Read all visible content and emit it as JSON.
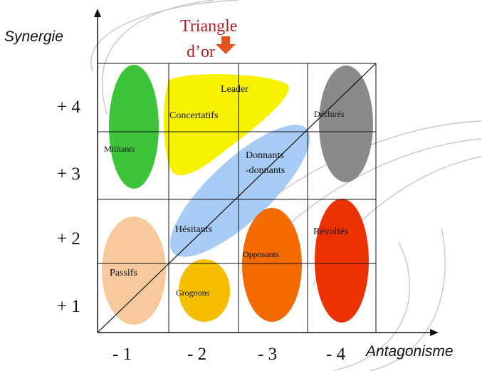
{
  "axes": {
    "y_title": "Synergie",
    "x_title": "Antagonisme",
    "y_ticks": [
      "+ 4",
      "+ 3",
      "+ 2",
      "+ 1"
    ],
    "x_ticks": [
      "- 1",
      "- 2",
      "- 3",
      "- 4"
    ]
  },
  "callout": {
    "line1": "Triangle",
    "line2": "d’or",
    "color": "#b22222",
    "arrow_color": "#e4541e"
  },
  "groups": {
    "militants": {
      "label": "Militants",
      "color": "#3ec43a"
    },
    "concertatifs": {
      "label": "Concertatifs",
      "color": "#f7f300"
    },
    "leader": {
      "label": "Leader",
      "color": "#f7f300"
    },
    "dechires": {
      "label": "Déchirés",
      "color": "#8a8a8a"
    },
    "donnants": {
      "label_line1": "Donnants",
      "label_line2": "-donnants",
      "color": "#a8ccf5"
    },
    "hesitants": {
      "label": "Hésitants"
    },
    "passifs": {
      "label": "Passifs",
      "color": "#f8c99c"
    },
    "grognons": {
      "label": "Grognons",
      "color": "#f5bf00"
    },
    "opposants": {
      "label": "Opposants",
      "color": "#f26a00"
    },
    "revoltes": {
      "label": "Révoltés",
      "color": "#ec3200"
    }
  }
}
